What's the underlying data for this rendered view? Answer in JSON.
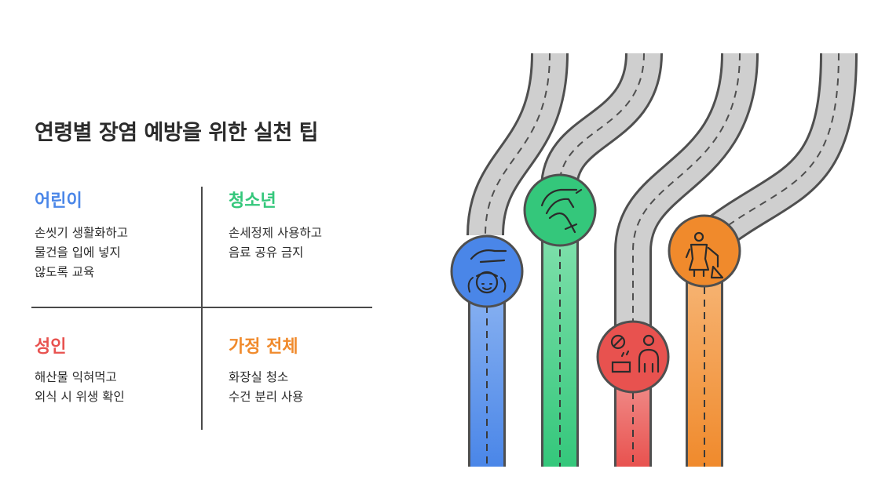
{
  "title": "연령별 장염 예방을 위한 실천 팁",
  "quadrants": [
    {
      "heading": "어린이",
      "color": "#4a86e8",
      "body": "손씻기 생활화하고\n물건을 입에 넣지\n않도록 교육"
    },
    {
      "heading": "청소년",
      "color": "#34c77b",
      "body": "손세정제 사용하고\n음료 공유 금지"
    },
    {
      "heading": "성인",
      "color": "#e8524f",
      "body": "해산물 익혀먹고\n외식 시 위생 확인"
    },
    {
      "heading": "가정 전체",
      "color": "#f08a2c",
      "body": "화장실 청소\n수건 분리 사용"
    }
  ],
  "roads": [
    {
      "name": "blue",
      "color": "#4a86e8",
      "light": "#8fb6f2",
      "icon": "child-hand-icon"
    },
    {
      "name": "green",
      "color": "#34c77b",
      "light": "#86e2b0",
      "icon": "washing-hands-icon"
    },
    {
      "name": "red",
      "color": "#e8524f",
      "light": "#f39c99",
      "icon": "no-eating-icon"
    },
    {
      "name": "orange",
      "color": "#f08a2c",
      "light": "#f7b97c",
      "icon": "cleaning-person-icon"
    }
  ]
}
